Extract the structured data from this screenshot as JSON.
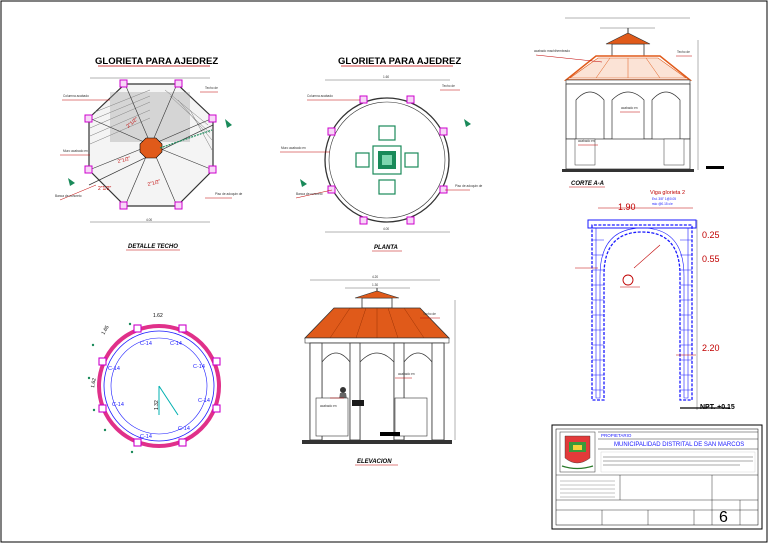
{
  "drawing": {
    "title_top_left": "GLORIETA PARA AJEDREZ",
    "title_top_center": "GLORIETA PARA AJEDREZ",
    "caption_detalle": "DETALLE TECHO",
    "caption_planta": "PLANTA",
    "caption_elevacion": "ELEVACION",
    "caption_corte": "CORTE A-A",
    "viga_label": "Viga glorieta 2",
    "dims_right": [
      "1.90",
      "0.25",
      "0.55",
      "2.20"
    ],
    "npt_label": "NPT. +0.15",
    "column_tags": [
      "C-14",
      "C-14",
      "C-14",
      "C-14",
      "C-14",
      "C-14",
      "C-14",
      "C-14"
    ],
    "angle_tags": [
      "1.62",
      "1.65",
      "1.32",
      "1.62"
    ]
  },
  "title_block": {
    "owner_header": "PROPIETARIO",
    "owner": "MUNICIPALIDAD DISTRITAL DE SAN MARCOS",
    "sheet_number": "6",
    "colors": {
      "red": "#c00000",
      "blue": "#1a1aff",
      "magenta": "#cc00cc",
      "orange": "#e05a1a"
    }
  }
}
